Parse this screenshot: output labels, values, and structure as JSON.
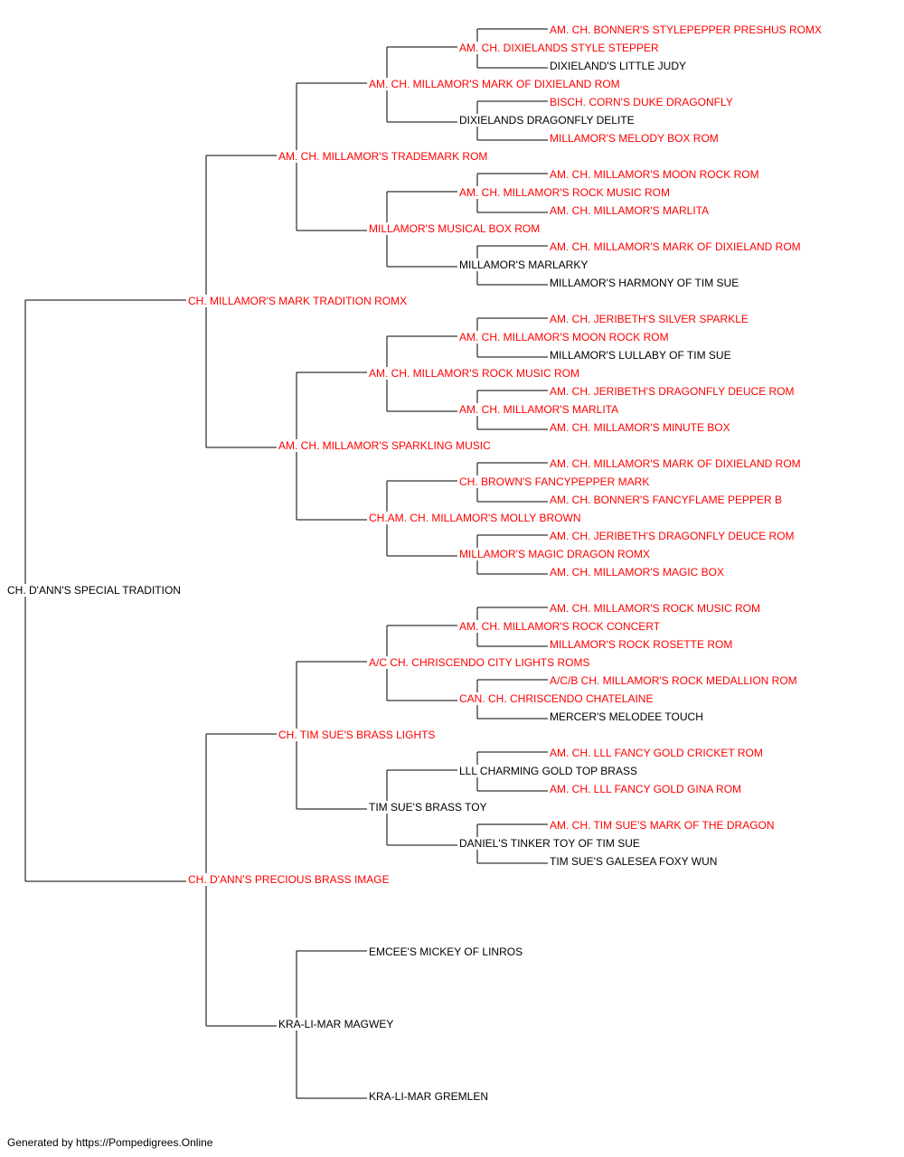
{
  "colors": {
    "titled": "#ff0000",
    "plain": "#000000",
    "line": "#000000"
  },
  "footer": "Generated by https://Pompedigrees.Online",
  "pedigree": {
    "name": "CH. D'ANN'S SPECIAL TRADITION",
    "titled": false,
    "sire": {
      "name": "CH. MILLAMOR'S MARK TRADITION ROMX",
      "titled": true,
      "sire": {
        "name": "AM. CH. MILLAMOR'S TRADEMARK ROM",
        "titled": true,
        "sire": {
          "name": "AM. CH. MILLAMOR'S MARK OF DIXIELAND ROM",
          "titled": true,
          "sire": {
            "name": "AM. CH. DIXIELANDS STYLE STEPPER",
            "titled": true,
            "sire": {
              "name": "AM. CH. BONNER'S STYLEPEPPER PRESHUS ROMX",
              "titled": true
            },
            "dam": {
              "name": "DIXIELAND'S LITTLE JUDY",
              "titled": false
            }
          },
          "dam": {
            "name": "DIXIELANDS DRAGONFLY DELITE",
            "titled": false,
            "sire": {
              "name": "BISCH. CORN'S DUKE DRAGONFLY",
              "titled": true
            },
            "dam": {
              "name": "MILLAMOR'S MELODY BOX ROM",
              "titled": true
            }
          }
        },
        "dam": {
          "name": "MILLAMOR'S MUSICAL BOX ROM",
          "titled": true,
          "sire": {
            "name": "AM. CH. MILLAMOR'S ROCK MUSIC ROM",
            "titled": true,
            "sire": {
              "name": "AM. CH. MILLAMOR'S MOON ROCK ROM",
              "titled": true
            },
            "dam": {
              "name": "AM. CH. MILLAMOR'S MARLITA",
              "titled": true
            }
          },
          "dam": {
            "name": "MILLAMOR'S MARLARKY",
            "titled": false,
            "sire": {
              "name": "AM. CH. MILLAMOR'S MARK OF DIXIELAND ROM",
              "titled": true
            },
            "dam": {
              "name": "MILLAMOR'S HARMONY OF TIM SUE",
              "titled": false
            }
          }
        }
      },
      "dam": {
        "name": "AM. CH. MILLAMOR'S SPARKLING MUSIC",
        "titled": true,
        "sire": {
          "name": "AM. CH. MILLAMOR'S ROCK MUSIC ROM",
          "titled": true,
          "sire": {
            "name": "AM. CH. MILLAMOR'S MOON ROCK ROM",
            "titled": true,
            "sire": {
              "name": "AM. CH. JERIBETH'S SILVER SPARKLE",
              "titled": true
            },
            "dam": {
              "name": "MILLAMOR'S LULLABY OF TIM SUE",
              "titled": false
            }
          },
          "dam": {
            "name": "AM. CH. MILLAMOR'S MARLITA",
            "titled": true,
            "sire": {
              "name": "AM. CH. JERIBETH'S DRAGONFLY DEUCE ROM",
              "titled": true
            },
            "dam": {
              "name": "AM. CH. MILLAMOR'S MINUTE BOX",
              "titled": true
            }
          }
        },
        "dam": {
          "name": "CH.AM. CH. MILLAMOR'S MOLLY BROWN",
          "titled": true,
          "sire": {
            "name": "CH. BROWN'S FANCYPEPPER MARK",
            "titled": true,
            "sire": {
              "name": "AM. CH. MILLAMOR'S MARK OF DIXIELAND ROM",
              "titled": true
            },
            "dam": {
              "name": "AM. CH. BONNER'S FANCYFLAME PEPPER B",
              "titled": true
            }
          },
          "dam": {
            "name": "MILLAMOR'S MAGIC DRAGON ROMX",
            "titled": true,
            "sire": {
              "name": "AM. CH. JERIBETH'S DRAGONFLY DEUCE ROM",
              "titled": true
            },
            "dam": {
              "name": "AM. CH. MILLAMOR'S MAGIC BOX",
              "titled": true
            }
          }
        }
      }
    },
    "dam": {
      "name": "CH. D'ANN'S PRECIOUS BRASS IMAGE",
      "titled": true,
      "sire": {
        "name": "CH. TIM SUE'S BRASS LIGHTS",
        "titled": true,
        "sire": {
          "name": "A/C CH. CHRISCENDO CITY LIGHTS ROMS",
          "titled": true,
          "sire": {
            "name": "AM. CH. MILLAMOR'S ROCK CONCERT",
            "titled": true,
            "sire": {
              "name": "AM. CH. MILLAMOR'S ROCK MUSIC ROM",
              "titled": true
            },
            "dam": {
              "name": "MILLAMOR'S ROCK ROSETTE ROM",
              "titled": true
            }
          },
          "dam": {
            "name": "CAN. CH. CHRISCENDO CHATELAINE",
            "titled": true,
            "sire": {
              "name": "A/C/B CH. MILLAMOR'S ROCK MEDALLION ROM",
              "titled": true
            },
            "dam": {
              "name": "MERCER'S MELODEE TOUCH",
              "titled": false
            }
          }
        },
        "dam": {
          "name": "TIM SUE'S BRASS TOY",
          "titled": false,
          "sire": {
            "name": "LLL CHARMING GOLD TOP BRASS",
            "titled": false,
            "sire": {
              "name": "AM. CH. LLL FANCY GOLD CRICKET ROM",
              "titled": true
            },
            "dam": {
              "name": "AM. CH. LLL FANCY GOLD GINA ROM",
              "titled": true
            }
          },
          "dam": {
            "name": "DANIEL'S TINKER TOY OF TIM SUE",
            "titled": false,
            "sire": {
              "name": "AM. CH. TIM SUE'S MARK OF THE DRAGON",
              "titled": true
            },
            "dam": {
              "name": "TIM SUE'S GALESEA FOXY WUN",
              "titled": false
            }
          }
        }
      },
      "dam": {
        "name": "KRA-LI-MAR MAGWEY",
        "titled": false,
        "sire": {
          "name": "EMCEE'S MICKEY OF LINROS",
          "titled": false
        },
        "dam": {
          "name": "KRA-LI-MAR GREMLEN",
          "titled": false
        }
      }
    }
  }
}
